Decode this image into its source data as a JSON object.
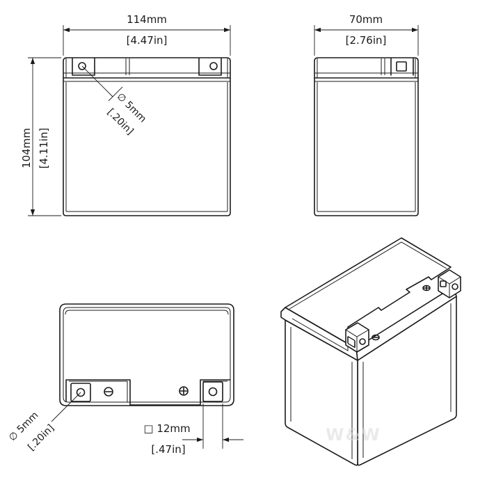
{
  "dimensions": {
    "width": {
      "metric": "114mm",
      "imperial": "4.47in"
    },
    "depth": {
      "metric": "70mm",
      "imperial": "2.76in"
    },
    "height": {
      "metric": "104mm",
      "imperial": "4.11in"
    },
    "hole_front": {
      "prefix": "∅",
      "metric": "5mm",
      "imperial": ".20in"
    },
    "hole_top": {
      "prefix": "∅",
      "metric": "5mm",
      "imperial": ".20in"
    },
    "terminal": {
      "prefix": "□",
      "metric": "12mm",
      "imperial": ".47in"
    }
  },
  "watermark": "W&W"
}
